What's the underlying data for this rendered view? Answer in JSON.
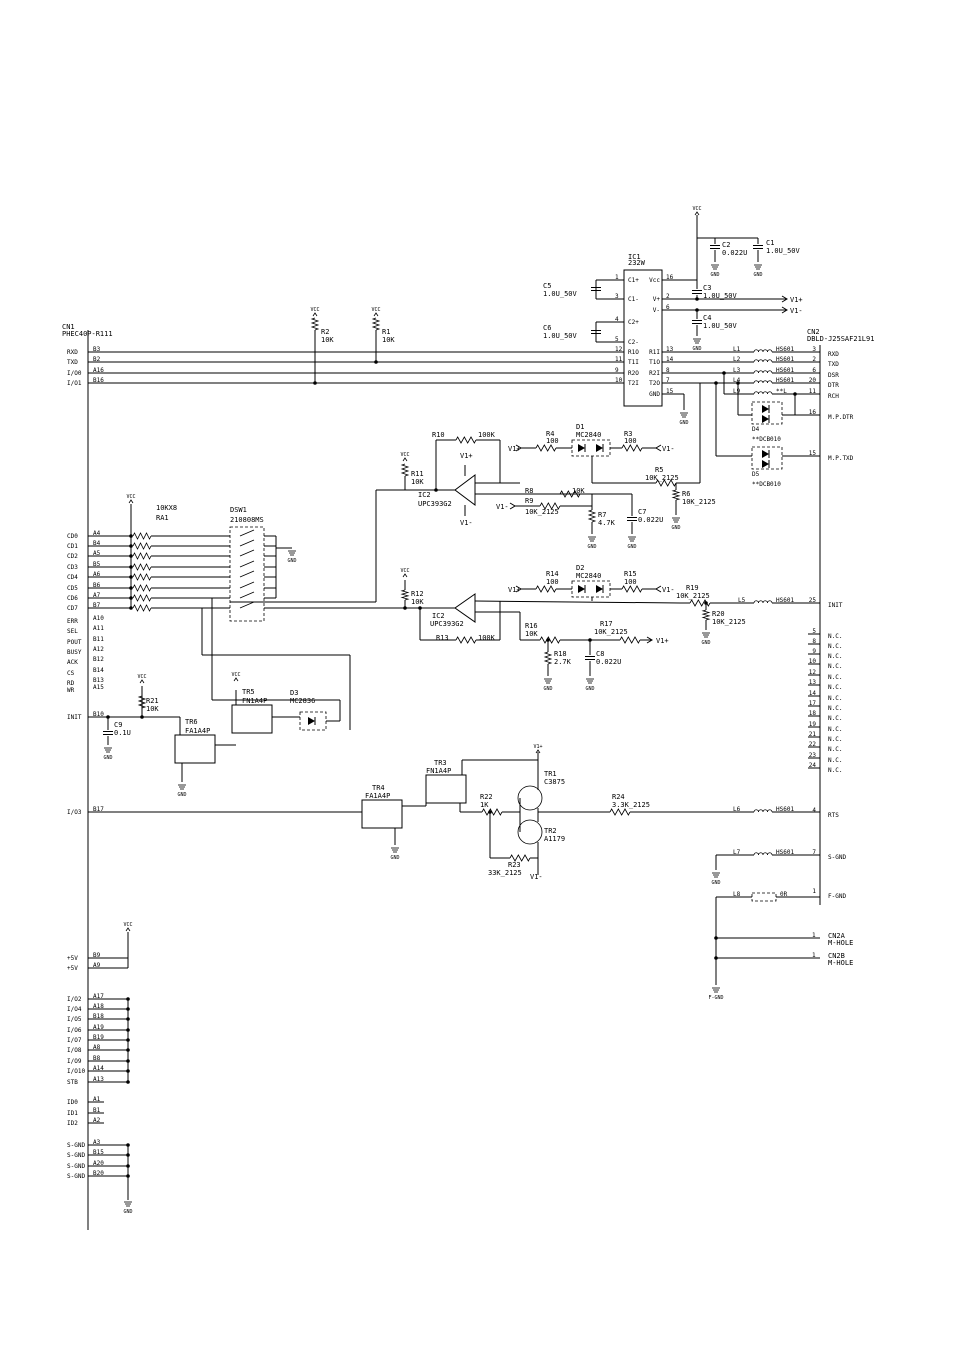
{
  "cn1": {
    "ref": "CN1",
    "part": "PHEC40P-R111",
    "pins": [
      {
        "sig": "RXD",
        "pin": "B3"
      },
      {
        "sig": "TXD",
        "pin": "B2"
      },
      {
        "sig": "I/O0",
        "pin": "A16"
      },
      {
        "sig": "I/O1",
        "pin": "B16"
      },
      {
        "sig": "CD0",
        "pin": "A4"
      },
      {
        "sig": "CD1",
        "pin": "B4"
      },
      {
        "sig": "CD2",
        "pin": "A5"
      },
      {
        "sig": "CD3",
        "pin": "B5"
      },
      {
        "sig": "CD4",
        "pin": "A6"
      },
      {
        "sig": "CD5",
        "pin": "B6"
      },
      {
        "sig": "CD6",
        "pin": "A7"
      },
      {
        "sig": "CD7",
        "pin": "B7"
      },
      {
        "sig": "ERR",
        "pin": "A10"
      },
      {
        "sig": "SEL",
        "pin": "A11"
      },
      {
        "sig": "POUT",
        "pin": "B11"
      },
      {
        "sig": "BUSY",
        "pin": "A12"
      },
      {
        "sig": "ACK",
        "pin": "B12"
      },
      {
        "sig": "CS",
        "pin": "B14"
      },
      {
        "sig": "RD",
        "pin": "B13"
      },
      {
        "sig": "WR",
        "pin": "A15"
      },
      {
        "sig": "INIT",
        "pin": "B10"
      },
      {
        "sig": "I/O3",
        "pin": "B17"
      },
      {
        "sig": "+5V",
        "pin": "B9"
      },
      {
        "sig": "+5V",
        "pin": "A9"
      },
      {
        "sig": "I/O2",
        "pin": "A17"
      },
      {
        "sig": "I/O4",
        "pin": "A18"
      },
      {
        "sig": "I/O5",
        "pin": "B18"
      },
      {
        "sig": "I/O6",
        "pin": "A19"
      },
      {
        "sig": "I/O7",
        "pin": "B19"
      },
      {
        "sig": "I/O8",
        "pin": "A8"
      },
      {
        "sig": "I/O9",
        "pin": "B8"
      },
      {
        "sig": "I/O10",
        "pin": "A14"
      },
      {
        "sig": "STB",
        "pin": "A13"
      },
      {
        "sig": "ID0",
        "pin": "A1"
      },
      {
        "sig": "ID1",
        "pin": "B1"
      },
      {
        "sig": "ID2",
        "pin": "A2"
      },
      {
        "sig": "S-GND",
        "pin": "A3"
      },
      {
        "sig": "S-GND",
        "pin": "B15"
      },
      {
        "sig": "S-GND",
        "pin": "A20"
      },
      {
        "sig": "S-GND",
        "pin": "B20"
      }
    ]
  },
  "ic1": {
    "ref": "IC1",
    "part": "232W",
    "left_pins": [
      [
        "1",
        "C1+"
      ],
      [
        "3",
        "C1-"
      ],
      [
        "4",
        "C2+"
      ],
      [
        "5",
        "C2-"
      ],
      [
        "12",
        "R1O"
      ],
      [
        "11",
        "T1I"
      ],
      [
        "9",
        "R2O"
      ],
      [
        "10",
        "T2I"
      ]
    ],
    "right_pins": [
      [
        "16",
        "Vcc"
      ],
      [
        "2",
        "V+"
      ],
      [
        "6",
        "V-"
      ],
      [
        "13",
        "R1I"
      ],
      [
        "14",
        "T1O"
      ],
      [
        "8",
        "R2I"
      ],
      [
        "7",
        "T2O"
      ],
      [
        "15",
        "GND"
      ]
    ]
  },
  "cn2": {
    "ref": "CN2",
    "part": "DBLD-J25SAF21L91",
    "pins": [
      {
        "pin": "3",
        "sig": "RXD"
      },
      {
        "pin": "2",
        "sig": "TXD"
      },
      {
        "pin": "6",
        "sig": "DSR"
      },
      {
        "pin": "20",
        "sig": "DTR"
      },
      {
        "pin": "11",
        "sig": "RCH"
      },
      {
        "pin": "16",
        "sig": "M.P.DTR"
      },
      {
        "pin": "15",
        "sig": "M.P.TXD"
      },
      {
        "pin": "25",
        "sig": "INIT"
      },
      {
        "pin": "5",
        "sig": "N.C."
      },
      {
        "pin": "8",
        "sig": "N.C."
      },
      {
        "pin": "9",
        "sig": "N.C."
      },
      {
        "pin": "10",
        "sig": "N.C."
      },
      {
        "pin": "12",
        "sig": "N.C."
      },
      {
        "pin": "13",
        "sig": "N.C."
      },
      {
        "pin": "14",
        "sig": "N.C."
      },
      {
        "pin": "17",
        "sig": "N.C."
      },
      {
        "pin": "18",
        "sig": "N.C."
      },
      {
        "pin": "19",
        "sig": "N.C."
      },
      {
        "pin": "21",
        "sig": "N.C."
      },
      {
        "pin": "22",
        "sig": "N.C."
      },
      {
        "pin": "23",
        "sig": "N.C."
      },
      {
        "pin": "24",
        "sig": "N.C."
      },
      {
        "pin": "4",
        "sig": "RTS"
      },
      {
        "pin": "7",
        "sig": "S-GND"
      },
      {
        "pin": "1",
        "sig": "F-GND"
      }
    ]
  },
  "cn2a": {
    "ref": "CN2A",
    "part": "M-HOLE",
    "pin": "1"
  },
  "cn2b": {
    "ref": "CN2B",
    "part": "M-HOLE",
    "pin": "1"
  },
  "fgnd": "F-GND",
  "power": {
    "vcc": "VCC",
    "gnd": "GND",
    "vplus": "V1+",
    "vminus": "V1-"
  },
  "caps": [
    {
      "ref": "C1",
      "val": "1.0U_50V"
    },
    {
      "ref": "C2",
      "val": "0.022U"
    },
    {
      "ref": "C3",
      "val": "1.0U_50V"
    },
    {
      "ref": "C4",
      "val": "1.0U_50V"
    },
    {
      "ref": "C5",
      "val": "1.0U_50V"
    },
    {
      "ref": "C6",
      "val": "1.0U_50V"
    },
    {
      "ref": "C7",
      "val": "0.022U"
    },
    {
      "ref": "C8",
      "val": "0.022U"
    },
    {
      "ref": "C9",
      "val": "0.1U"
    }
  ],
  "resistors": [
    {
      "ref": "R1",
      "val": "10K"
    },
    {
      "ref": "R2",
      "val": "10K"
    },
    {
      "ref": "R3",
      "val": "100"
    },
    {
      "ref": "R4",
      "val": "100"
    },
    {
      "ref": "R5",
      "val": "10K_2125"
    },
    {
      "ref": "R6",
      "val": "10K_2125"
    },
    {
      "ref": "R7",
      "val": "4.7K"
    },
    {
      "ref": "R8",
      "val": "10K"
    },
    {
      "ref": "R9",
      "val": "10K_2125"
    },
    {
      "ref": "R10",
      "val": "100K"
    },
    {
      "ref": "R11",
      "val": "10K"
    },
    {
      "ref": "R12",
      "val": "10K"
    },
    {
      "ref": "R13",
      "val": "100K"
    },
    {
      "ref": "R14",
      "val": "100"
    },
    {
      "ref": "R15",
      "val": "100"
    },
    {
      "ref": "R16",
      "val": "10K"
    },
    {
      "ref": "R17",
      "val": "10K_2125"
    },
    {
      "ref": "R18",
      "val": "2.7K"
    },
    {
      "ref": "R19",
      "val": "10K_2125"
    },
    {
      "ref": "R20",
      "val": "10K_2125"
    },
    {
      "ref": "R21",
      "val": "10K"
    },
    {
      "ref": "R22",
      "val": "1K"
    },
    {
      "ref": "R23",
      "val": "33K_2125"
    },
    {
      "ref": "R24",
      "val": "3.3K_2125"
    }
  ],
  "inductors": [
    {
      "ref": "L1",
      "val": "HS601"
    },
    {
      "ref": "L2",
      "val": "HS601"
    },
    {
      "ref": "L3",
      "val": "HS601"
    },
    {
      "ref": "L4",
      "val": "HS601"
    },
    {
      "ref": "L9",
      "val": "**L"
    },
    {
      "ref": "L5",
      "val": "HS601"
    },
    {
      "ref": "L6",
      "val": "HS601"
    },
    {
      "ref": "L7",
      "val": "HS601"
    },
    {
      "ref": "L8",
      "val": "0R"
    }
  ],
  "diodes": [
    {
      "ref": "D1",
      "part": "MC2840"
    },
    {
      "ref": "D2",
      "part": "MC2840"
    },
    {
      "ref": "D3",
      "part": "MC2836"
    },
    {
      "ref": "D4",
      "part": "**DCB010"
    },
    {
      "ref": "D5",
      "part": "**DCB010"
    }
  ],
  "ic2a": {
    "ref": "IC2",
    "part": "UPC393G2"
  },
  "ic2b": {
    "ref": "IC2",
    "part": "UPC393G2"
  },
  "ra1": {
    "ref": "RA1",
    "val": "10KX8"
  },
  "dsw1": {
    "ref": "DSW1",
    "part": "210808MS"
  },
  "transistors": [
    {
      "ref": "TR1",
      "part": "C3875"
    },
    {
      "ref": "TR2",
      "part": "A1179"
    },
    {
      "ref": "TR3",
      "part": "FN1A4P"
    },
    {
      "ref": "TR4",
      "part": "FA1A4P"
    },
    {
      "ref": "TR5",
      "part": "FN1A4P"
    },
    {
      "ref": "TR6",
      "part": "FA1A4P"
    }
  ]
}
